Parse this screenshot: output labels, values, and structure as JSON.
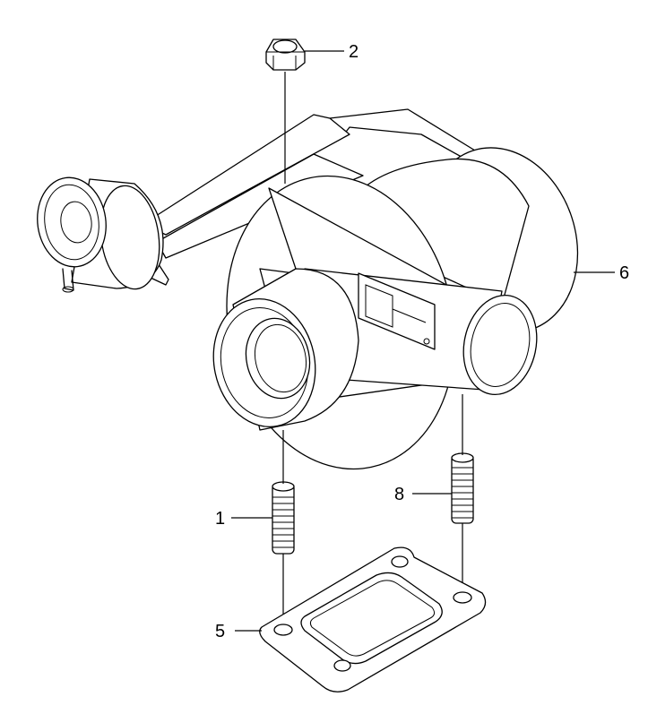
{
  "callouts": [
    {
      "id": "1",
      "label": "1"
    },
    {
      "id": "2",
      "label": "2"
    },
    {
      "id": "5",
      "label": "5"
    },
    {
      "id": "6",
      "label": "6"
    },
    {
      "id": "8",
      "label": "8"
    }
  ],
  "colors": {
    "line": "#000000",
    "background": "#ffffff"
  }
}
